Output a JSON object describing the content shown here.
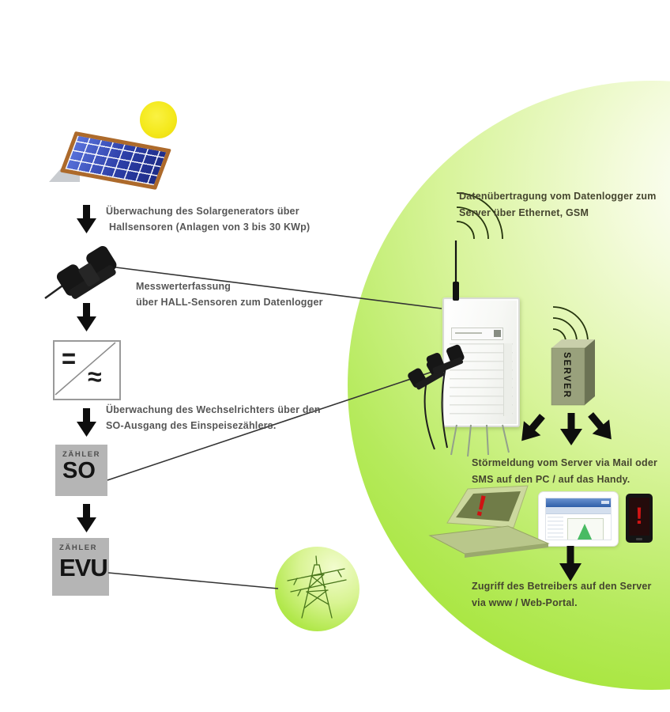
{
  "title": "Solaranlagen-Überwachung Diagramm",
  "colors": {
    "circle_green": "#a2e431",
    "meter_gray": "#b5b5b5",
    "annotation_text": "#565656",
    "annotation_text_right": "#45452f",
    "alert_red": "#d11414",
    "sun_yellow": "#f4e91c",
    "panel_blue": "#2d3fa8",
    "panel_frame_brown": "#ad6a2b",
    "server_olive": "#99a17c"
  },
  "annotations": {
    "solar_monitoring": {
      "line1": "Überwachung des Solargenerators über",
      "line2": "Hallsensoren (Anlagen von 3 bis 30 KWp)"
    },
    "measurement": {
      "line1": "Messwerterfassung",
      "line2": "über HALL-Sensoren zum Datenlogger"
    },
    "inverter_monitoring": {
      "line1": "Überwachung des Wechselrichters über den",
      "line2": "SO-Ausgang des Einspeisezählers."
    },
    "data_transfer": {
      "line1": "Datenübertragung vom Datenlogger zum",
      "line2": "Server über Ethernet, GSM"
    },
    "fault_message": {
      "line1": "Störmeldung vom Server via Mail oder",
      "line2": "SMS auf den PC / auf das Handy."
    },
    "portal_access": {
      "line1": "Zugriff des Betreibers auf den Server",
      "line2": "via www / Web-Portal."
    }
  },
  "meters": {
    "so": {
      "label": "ZÄHLER",
      "value": "SO"
    },
    "evu": {
      "label": "ZÄHLER",
      "value": "EVU"
    }
  },
  "inverter": {
    "dc_symbol": "=",
    "ac_symbol": "≈"
  },
  "server": {
    "label": "SERVER"
  },
  "alerts": {
    "laptop": "!",
    "phone": "!"
  },
  "icons": {
    "sun-icon": "yellow circle",
    "solar-panel-icon": "blue grid panel on roof",
    "hall-sensor-clamp-icon": "black clamp sensor",
    "arrow-down-icon": "black down arrow",
    "inverter-icon": "box with = / ≈",
    "power-tower-icon": "transmission tower in green circle",
    "antenna-icon": "antenna rod",
    "wifi-arcs-icon": "radio signal arcs",
    "datalogger-icon": "white wall cabinet",
    "server-icon": "olive 3d box",
    "laptop-icon": "green laptop with alert",
    "monitor-icon": "screen with web portal chart",
    "phone-icon": "black handset with alert"
  }
}
